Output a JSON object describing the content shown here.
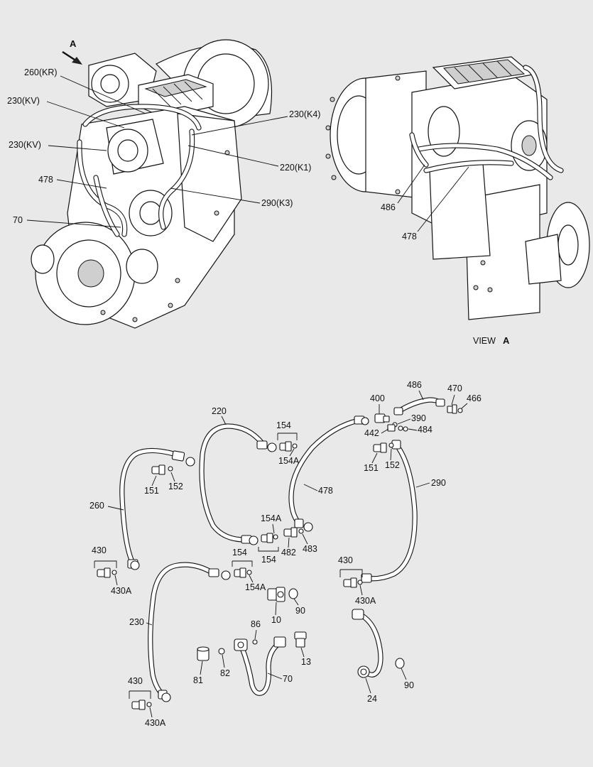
{
  "view_label": {
    "text": "VIEW",
    "letter": "A"
  },
  "arrow_label": "A",
  "machine_callouts": {
    "c260_kr": "260(KR)",
    "c230_kv_a": "230(KV)",
    "c230_kv_b": "230(KV)",
    "c478_left": "478",
    "c70_left": "70",
    "c230_k4": "230(K4)",
    "c220_k1": "220(K1)",
    "c290_k3": "290(K3)",
    "c486_right": "486",
    "c478_right": "478"
  },
  "parts": {
    "p220": "220",
    "p154_a": "154",
    "p154a_a": "154A",
    "p260": "260",
    "p151_a": "151",
    "p152_a": "152",
    "p430_a": "430",
    "p430a_a": "430A",
    "p154a_b": "154A",
    "p482": "482",
    "p483": "483",
    "p154_c": "154",
    "p154_b": "154",
    "p154a_c": "154A",
    "p230": "230",
    "p430_b": "430",
    "p430a_b": "430A",
    "p478": "478",
    "p486": "486",
    "p470": "470",
    "p466": "466",
    "p400": "400",
    "p390": "390",
    "p442": "442",
    "p484": "484",
    "p151_b": "151",
    "p152_b": "152",
    "p290": "290",
    "p430_c": "430",
    "p430a_c": "430A",
    "p10": "10",
    "p90_a": "90",
    "p86": "86",
    "p81": "81",
    "p82": "82",
    "p70": "70",
    "p13": "13",
    "p24": "24",
    "p90_b": "90"
  }
}
